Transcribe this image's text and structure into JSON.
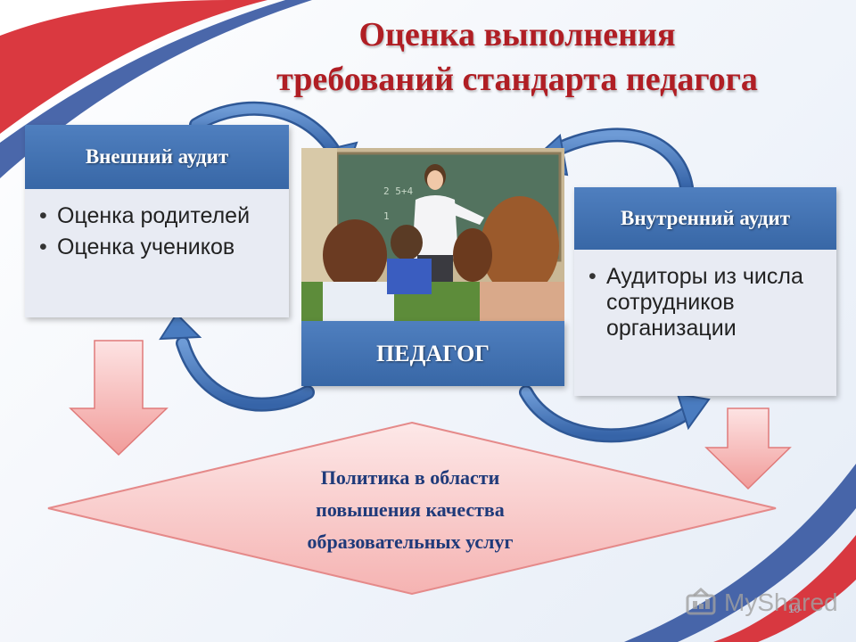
{
  "title": {
    "line1": "Оценка выполнения",
    "line2": "требований стандарта педагога"
  },
  "external_audit": {
    "heading": "Внешний аудит",
    "items": [
      "Оценка родителей",
      "Оценка учеников"
    ]
  },
  "internal_audit": {
    "heading": "Внутренний аудит",
    "items": [
      "Аудиторы из числа сотрудников организации"
    ]
  },
  "center": {
    "label": "ПЕДАГОГ",
    "photo_alt": "teacher-classroom-photo"
  },
  "policy": {
    "line1": "Политика в области",
    "line2": "повышения качества",
    "line3": "образовательных услуг"
  },
  "watermark": {
    "text": "MyShared",
    "icon": "myshared-logo-icon"
  },
  "slide_number": "10",
  "colors": {
    "title": "#b01e24",
    "panel_header": "#3867a6",
    "panel_body": "#e8ebf3",
    "arrow_blue": "#4a7cc0",
    "arrow_pink": "#f4a9a8",
    "policy_text": "#1f3a7a"
  }
}
